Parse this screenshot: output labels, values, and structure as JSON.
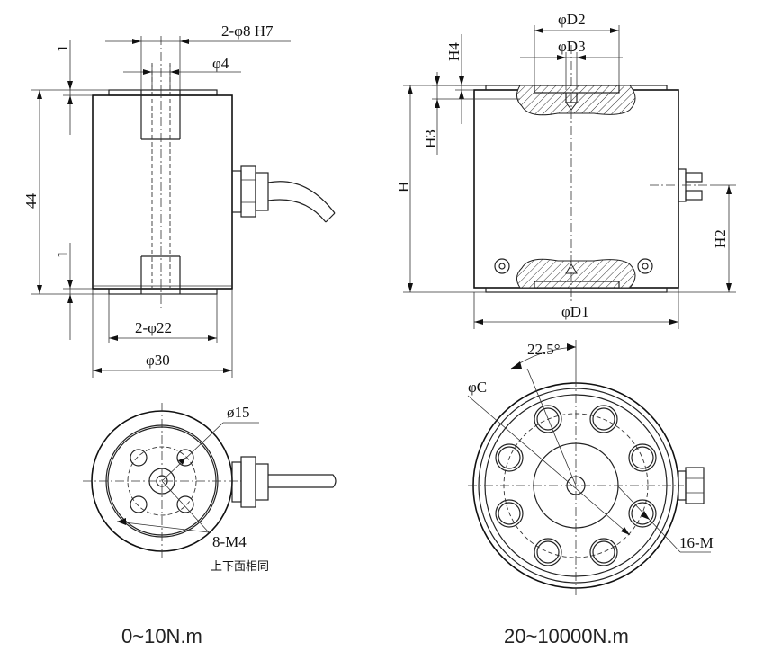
{
  "colors": {
    "stroke": "#222222",
    "background": "#ffffff"
  },
  "left": {
    "dims": {
      "two_phi8_h7": "2-φ8 H7",
      "phi4": "φ4",
      "one_top": "1",
      "forty_four": "44",
      "one_bottom": "1",
      "two_phi22": "2-φ22",
      "phi30": "φ30",
      "phi15": "ø15",
      "eight_m4": "8-M4",
      "note": "上下面相同"
    },
    "caption": "0~10N.m"
  },
  "right": {
    "dims": {
      "phiD2": "φD2",
      "phiD3": "φD3",
      "h4": "H4",
      "h3": "H3",
      "h": "H",
      "h2": "H2",
      "phiD1": "φD1",
      "angle": "22.5°",
      "phiC": "φC",
      "sixteen_m": "16-M"
    },
    "caption": "20~10000N.m"
  }
}
